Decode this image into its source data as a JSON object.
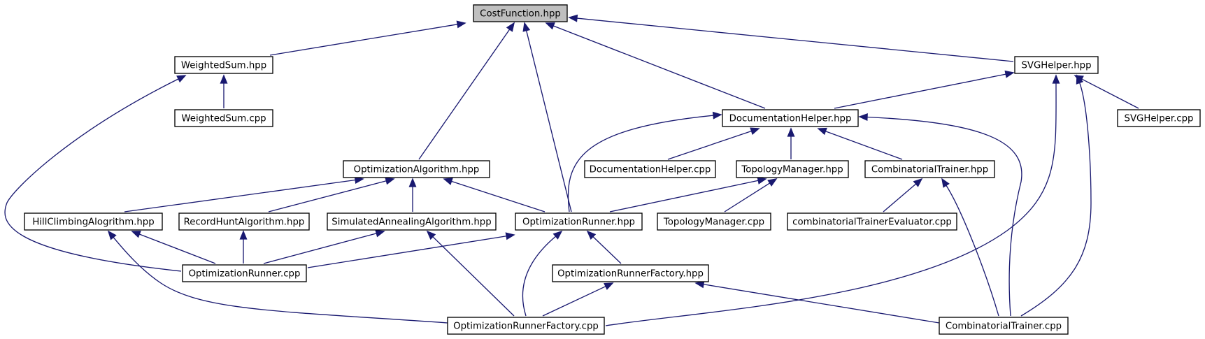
{
  "diagram": {
    "type": "include-dependency-graph",
    "colors": {
      "edge": "#191970",
      "node_border": "#000000",
      "node_fill": "#ffffff",
      "root_fill": "#bfbfbf",
      "text": "#000000"
    },
    "nodes": [
      {
        "id": "costfunction_hpp",
        "label": "CostFunction.hpp",
        "root": true
      },
      {
        "id": "weightedsum_hpp",
        "label": "WeightedSum.hpp"
      },
      {
        "id": "svghelper_hpp",
        "label": "SVGHelper.hpp"
      },
      {
        "id": "weightedsum_cpp",
        "label": "WeightedSum.cpp"
      },
      {
        "id": "documentationhelper_hpp",
        "label": "DocumentationHelper.hpp"
      },
      {
        "id": "svghelper_cpp",
        "label": "SVGHelper.cpp"
      },
      {
        "id": "optimizationalgorithm_hpp",
        "label": "OptimizationAlgorithm.hpp"
      },
      {
        "id": "documentationhelper_cpp",
        "label": "DocumentationHelper.cpp"
      },
      {
        "id": "topologymanager_hpp",
        "label": "TopologyManager.hpp"
      },
      {
        "id": "combinatorialtrainer_hpp",
        "label": "CombinatorialTrainer.hpp"
      },
      {
        "id": "hillclimbing_hpp",
        "label": "HillClimbingAlogrithm.hpp"
      },
      {
        "id": "recordhunt_hpp",
        "label": "RecordHuntAlgorithm.hpp"
      },
      {
        "id": "simulatedannealing_hpp",
        "label": "SimulatedAnnealingAlgorithm.hpp"
      },
      {
        "id": "optimizationrunner_hpp",
        "label": "OptimizationRunner.hpp"
      },
      {
        "id": "topologymanager_cpp",
        "label": "TopologyManager.cpp"
      },
      {
        "id": "combinatorialtrainerevaluator_cpp",
        "label": "combinatorialTrainerEvaluator.cpp"
      },
      {
        "id": "optimizationrunner_cpp",
        "label": "OptimizationRunner.cpp"
      },
      {
        "id": "optimizationrunnerfactory_hpp",
        "label": "OptimizationRunnerFactory.hpp"
      },
      {
        "id": "optimizationrunnerfactory_cpp",
        "label": "OptimizationRunnerFactory.cpp"
      },
      {
        "id": "combinatorialtrainer_cpp",
        "label": "CombinatorialTrainer.cpp"
      }
    ],
    "edges": [
      {
        "from": "weightedsum_hpp",
        "to": "costfunction_hpp"
      },
      {
        "from": "optimizationalgorithm_hpp",
        "to": "costfunction_hpp"
      },
      {
        "from": "optimizationrunner_hpp",
        "to": "costfunction_hpp"
      },
      {
        "from": "documentationhelper_hpp",
        "to": "costfunction_hpp"
      },
      {
        "from": "svghelper_hpp",
        "to": "costfunction_hpp"
      },
      {
        "from": "weightedsum_cpp",
        "to": "weightedsum_hpp"
      },
      {
        "from": "optimizationrunner_cpp",
        "to": "weightedsum_hpp"
      },
      {
        "from": "documentationhelper_hpp",
        "to": "svghelper_hpp"
      },
      {
        "from": "svghelper_cpp",
        "to": "svghelper_hpp"
      },
      {
        "from": "optimizationrunnerfactory_cpp",
        "to": "svghelper_hpp"
      },
      {
        "from": "combinatorialtrainer_cpp",
        "to": "svghelper_hpp"
      },
      {
        "from": "optimizationrunner_hpp",
        "to": "documentationhelper_hpp"
      },
      {
        "from": "documentationhelper_cpp",
        "to": "documentationhelper_hpp"
      },
      {
        "from": "topologymanager_hpp",
        "to": "documentationhelper_hpp"
      },
      {
        "from": "combinatorialtrainer_hpp",
        "to": "documentationhelper_hpp"
      },
      {
        "from": "combinatorialtrainer_cpp",
        "to": "documentationhelper_hpp"
      },
      {
        "from": "hillclimbing_hpp",
        "to": "optimizationalgorithm_hpp"
      },
      {
        "from": "recordhunt_hpp",
        "to": "optimizationalgorithm_hpp"
      },
      {
        "from": "simulatedannealing_hpp",
        "to": "optimizationalgorithm_hpp"
      },
      {
        "from": "optimizationrunner_hpp",
        "to": "optimizationalgorithm_hpp"
      },
      {
        "from": "optimizationrunner_hpp",
        "to": "topologymanager_hpp"
      },
      {
        "from": "topologymanager_cpp",
        "to": "topologymanager_hpp"
      },
      {
        "from": "combinatorialtrainerevaluator_cpp",
        "to": "combinatorialtrainer_hpp"
      },
      {
        "from": "combinatorialtrainer_cpp",
        "to": "combinatorialtrainer_hpp"
      },
      {
        "from": "optimizationrunner_cpp",
        "to": "hillclimbing_hpp"
      },
      {
        "from": "optimizationrunnerfactory_cpp",
        "to": "hillclimbing_hpp"
      },
      {
        "from": "optimizationrunner_cpp",
        "to": "recordhunt_hpp"
      },
      {
        "from": "optimizationrunner_cpp",
        "to": "simulatedannealing_hpp"
      },
      {
        "from": "optimizationrunnerfactory_cpp",
        "to": "simulatedannealing_hpp"
      },
      {
        "from": "optimizationrunner_cpp",
        "to": "optimizationrunner_hpp"
      },
      {
        "from": "optimizationrunnerfactory_hpp",
        "to": "optimizationrunner_hpp"
      },
      {
        "from": "optimizationrunnerfactory_cpp",
        "to": "optimizationrunner_hpp"
      },
      {
        "from": "optimizationrunnerfactory_cpp",
        "to": "optimizationrunnerfactory_hpp"
      },
      {
        "from": "combinatorialtrainer_cpp",
        "to": "optimizationrunnerfactory_hpp"
      }
    ]
  }
}
